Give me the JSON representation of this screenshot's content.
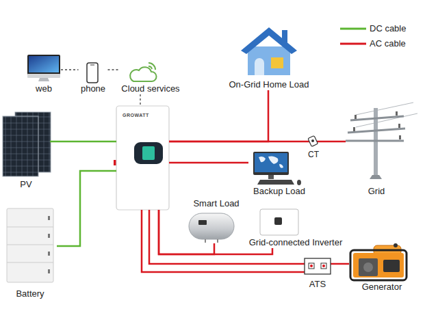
{
  "diagram": {
    "nodes": [
      {
        "text": [
          "web"
        ]
      },
      {
        "text": [
          "phone"
        ]
      },
      {
        "text": [
          "Cloud services"
        ]
      },
      {
        "text": [
          "On-Grid Home Load"
        ]
      },
      {
        "text": [
          "GROWATT"
        ]
      },
      {
        "text": [
          "PV"
        ]
      },
      {
        "text": [
          "Backup Load"
        ]
      },
      {
        "text": [
          "Grid"
        ]
      },
      {
        "text": [
          "Smart Load"
        ]
      },
      {
        "text": [
          "Grid-connected Inverter"
        ]
      },
      {
        "text": [
          "Battery"
        ]
      },
      {
        "text": [
          "ATS"
        ]
      },
      {
        "text": [
          "Generator"
        ]
      }
    ],
    "edges": [
      {
        "from": 0,
        "to": 1,
        "arrow": "none"
      },
      {
        "from": 1,
        "to": 2,
        "arrow": "none"
      },
      {
        "from": 2,
        "to": 4,
        "arrow": "none"
      },
      {
        "from": 5,
        "to": 4,
        "arrow": "none"
      },
      {
        "from": 10,
        "to": 4,
        "arrow": "none"
      },
      {
        "from": 4,
        "to": 3,
        "arrow": "none"
      },
      {
        "from": 4,
        "to": 7,
        "arrow": "none"
      },
      {
        "from": 4,
        "to": 6,
        "arrow": "none"
      },
      {
        "from": 4,
        "to": 8,
        "arrow": "none"
      },
      {
        "from": 4,
        "to": 9,
        "arrow": "none"
      },
      {
        "from": 4,
        "to": 11,
        "arrow": "none"
      },
      {
        "from": 4,
        "to": 11,
        "arrow": "none"
      },
      {
        "from": 11,
        "to": 12,
        "arrow": "none"
      }
    ],
    "labels": [
      "CT"
    ],
    "legend": [
      {
        "text": "DC cable"
      },
      {
        "text": "AC cable"
      }
    ]
  }
}
